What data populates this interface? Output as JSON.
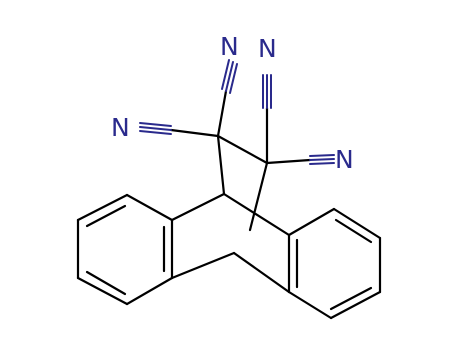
{
  "molecule": {
    "atom_labels": {
      "n_top_left": "N",
      "n_top_right": "N",
      "n_left": "N",
      "n_right": "N"
    },
    "colors": {
      "bond": "#000000",
      "nitrogen": "#2a2a8c"
    }
  }
}
